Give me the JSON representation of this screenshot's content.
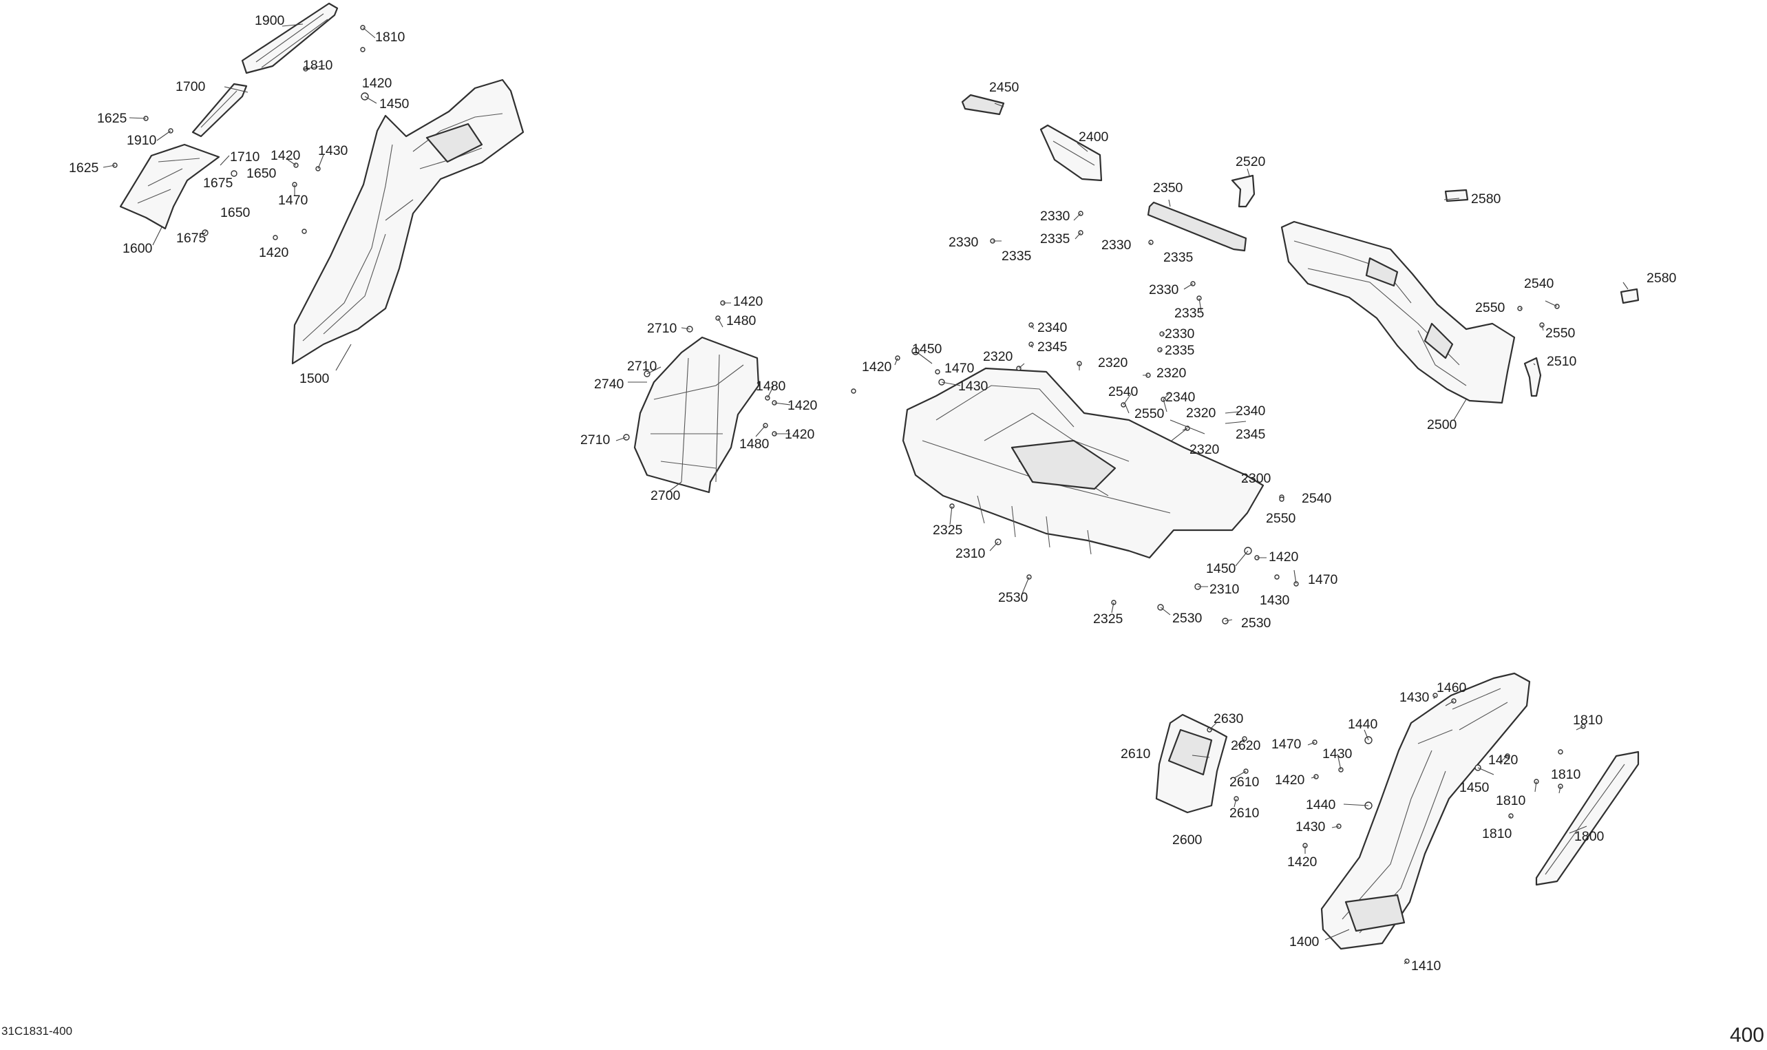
{
  "figure": {
    "reference_code": "31C1831-400",
    "page_number": "400"
  },
  "parts": [
    {
      "label": "1900"
    },
    {
      "label": "1810"
    },
    {
      "label": "1810"
    },
    {
      "label": "1700"
    },
    {
      "label": "1420"
    },
    {
      "label": "1450"
    },
    {
      "label": "1625"
    },
    {
      "label": "1910"
    },
    {
      "label": "1625"
    },
    {
      "label": "1710"
    },
    {
      "label": "1420"
    },
    {
      "label": "1430"
    },
    {
      "label": "1675"
    },
    {
      "label": "1650"
    },
    {
      "label": "1470"
    },
    {
      "label": "1650"
    },
    {
      "label": "1675"
    },
    {
      "label": "1600"
    },
    {
      "label": "1420"
    },
    {
      "label": "1500"
    },
    {
      "label": "1420"
    },
    {
      "label": "2710"
    },
    {
      "label": "1480"
    },
    {
      "label": "2710"
    },
    {
      "label": "2740"
    },
    {
      "label": "1480"
    },
    {
      "label": "1420"
    },
    {
      "label": "1420"
    },
    {
      "label": "2710"
    },
    {
      "label": "1480"
    },
    {
      "label": "2700"
    },
    {
      "label": "2450"
    },
    {
      "label": "2400"
    },
    {
      "label": "2520"
    },
    {
      "label": "2350"
    },
    {
      "label": "2580"
    },
    {
      "label": "2330"
    },
    {
      "label": "2335"
    },
    {
      "label": "2330"
    },
    {
      "label": "2335"
    },
    {
      "label": "2330"
    },
    {
      "label": "2335"
    },
    {
      "label": "2330"
    },
    {
      "label": "2335"
    },
    {
      "label": "2340"
    },
    {
      "label": "2345"
    },
    {
      "label": "2330"
    },
    {
      "label": "2335"
    },
    {
      "label": "1420"
    },
    {
      "label": "1450"
    },
    {
      "label": "1470"
    },
    {
      "label": "2320"
    },
    {
      "label": "2320"
    },
    {
      "label": "2320"
    },
    {
      "label": "1430"
    },
    {
      "label": "2540"
    },
    {
      "label": "2340"
    },
    {
      "label": "2550"
    },
    {
      "label": "2320"
    },
    {
      "label": "2340"
    },
    {
      "label": "2345"
    },
    {
      "label": "2320"
    },
    {
      "label": "2300"
    },
    {
      "label": "2540"
    },
    {
      "label": "2550"
    },
    {
      "label": "2325"
    },
    {
      "label": "2310"
    },
    {
      "label": "1420"
    },
    {
      "label": "1450"
    },
    {
      "label": "2310"
    },
    {
      "label": "1470"
    },
    {
      "label": "1430"
    },
    {
      "label": "2530"
    },
    {
      "label": "2325"
    },
    {
      "label": "2530"
    },
    {
      "label": "2530"
    },
    {
      "label": "2540"
    },
    {
      "label": "2580"
    },
    {
      "label": "2550"
    },
    {
      "label": "2550"
    },
    {
      "label": "2510"
    },
    {
      "label": "2500"
    },
    {
      "label": "1430"
    },
    {
      "label": "1460"
    },
    {
      "label": "2630"
    },
    {
      "label": "2620"
    },
    {
      "label": "2610"
    },
    {
      "label": "2610"
    },
    {
      "label": "2610"
    },
    {
      "label": "2600"
    },
    {
      "label": "1440"
    },
    {
      "label": "1470"
    },
    {
      "label": "1430"
    },
    {
      "label": "1420"
    },
    {
      "label": "1440"
    },
    {
      "label": "1430"
    },
    {
      "label": "1420"
    },
    {
      "label": "1810"
    },
    {
      "label": "1420"
    },
    {
      "label": "1810"
    },
    {
      "label": "1450"
    },
    {
      "label": "1810"
    },
    {
      "label": "1810"
    },
    {
      "label": "1800"
    },
    {
      "label": "1400"
    },
    {
      "label": "1410"
    }
  ]
}
